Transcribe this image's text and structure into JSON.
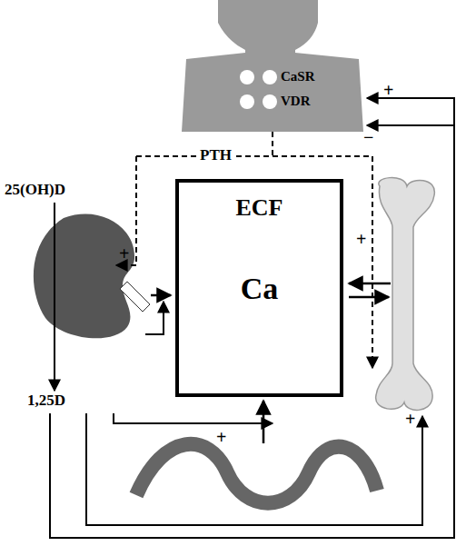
{
  "diagram": {
    "nodes": [
      {
        "text": [
          "CaSR",
          "VDR"
        ]
      },
      {
        "text": [
          "ECF",
          "Ca"
        ]
      }
    ],
    "labels": [
      "+",
      "−",
      "PTH",
      "25(OH)D",
      "+",
      "+",
      "1,25D",
      "+",
      "+"
    ]
  }
}
